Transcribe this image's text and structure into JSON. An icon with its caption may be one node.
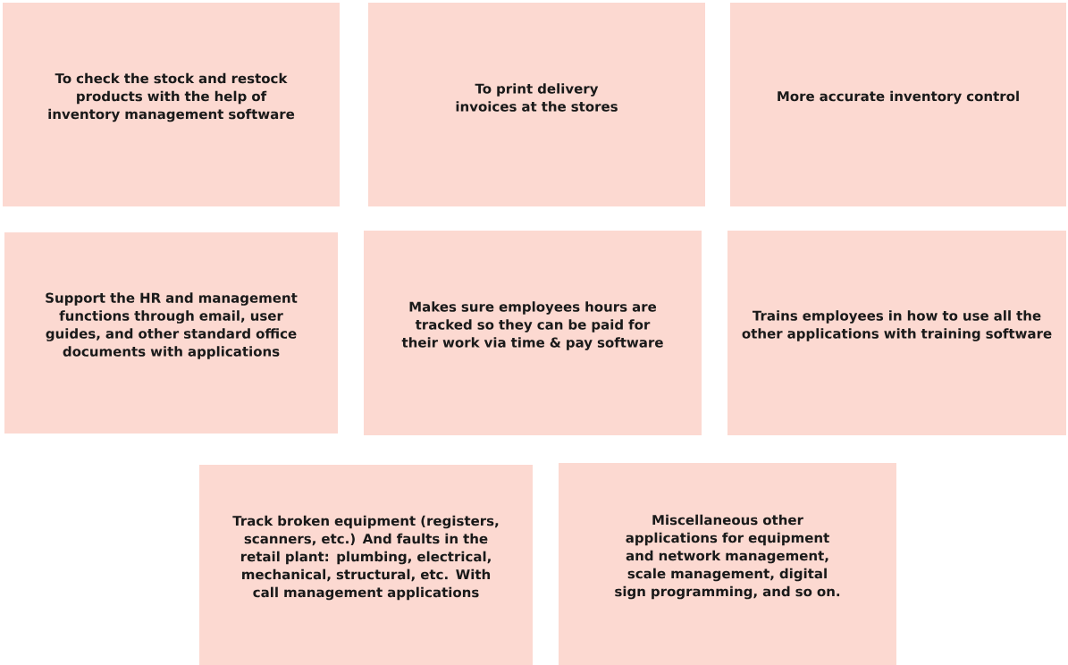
{
  "diagram": {
    "nodes": [
      {
        "text": [
          "To check the stock  and restock products with the help of inventory management software"
        ]
      },
      {
        "text": [
          "To print delivery invoices at the stores"
        ]
      },
      {
        "text": [
          "More accurate inventory control"
        ]
      },
      {
        "text": [
          "Support the HR and management functions through email, user guides, and other standard office documents with applications"
        ]
      },
      {
        "text": [
          "Makes sure employees hours are tracked so they can be paid for their work via time & pay software"
        ]
      },
      {
        "text": [
          "Trains employees in how to use all the other applications with training software"
        ]
      },
      {
        "text": [
          "Track broken equipment (registers, scanners, etc.) And faults in the retail plant: plumbing, electrical, mechanical, structural, etc. With call management applications"
        ]
      },
      {
        "text": [
          "Miscellaneous other applications for equipment and network management, scale management, digital sign programming, and so on."
        ]
      }
    ]
  }
}
